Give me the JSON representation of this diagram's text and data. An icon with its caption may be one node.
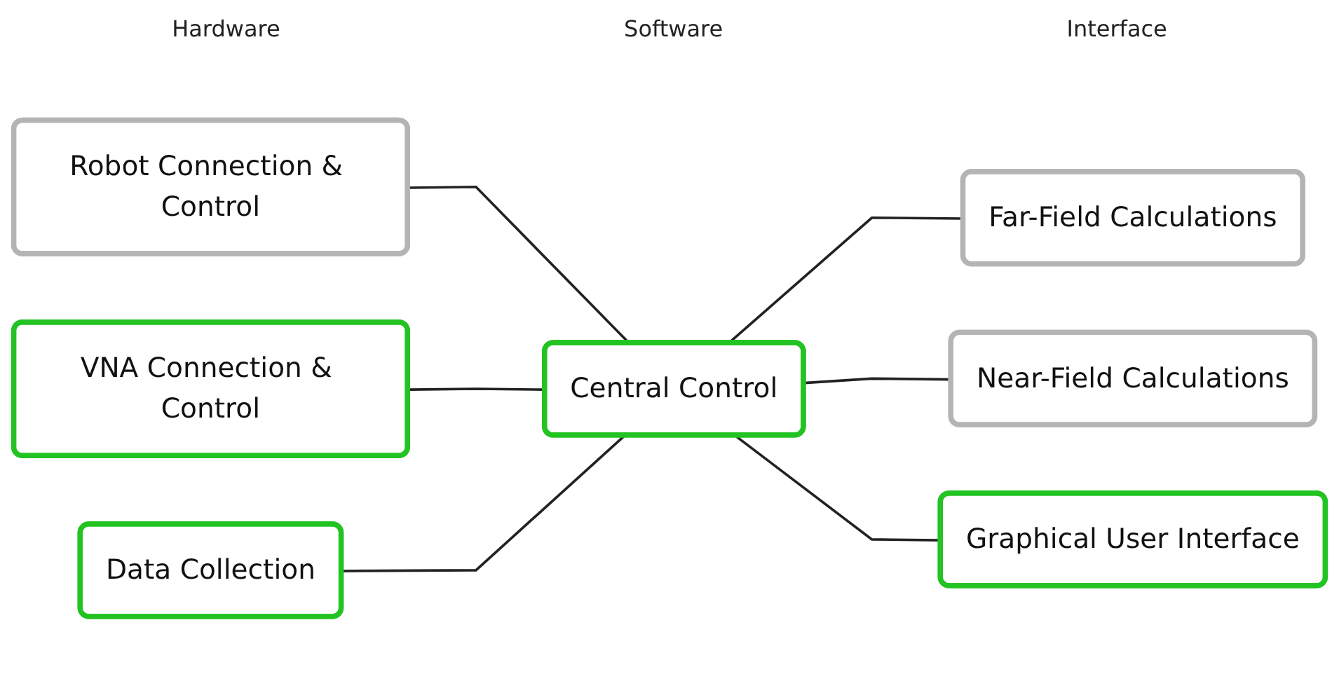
{
  "diagram": {
    "nodes": [
      {
        "text": [
          "Robot Connection & Control"
        ]
      },
      {
        "text": [
          "VNA Connection & Control"
        ]
      },
      {
        "text": [
          "Data Collection"
        ]
      },
      {
        "text": [
          "Central Control"
        ]
      },
      {
        "text": [
          "Far-Field Calculations"
        ]
      },
      {
        "text": [
          "Near-Field Calculations"
        ]
      },
      {
        "text": [
          "Graphical User Interface"
        ]
      }
    ],
    "edges": [
      {
        "from": 0,
        "to": 3,
        "arrow": "none"
      },
      {
        "from": 1,
        "to": 3,
        "arrow": "none"
      },
      {
        "from": 2,
        "to": 3,
        "arrow": "none"
      },
      {
        "from": 3,
        "to": 4,
        "arrow": "none"
      },
      {
        "from": 3,
        "to": 5,
        "arrow": "none"
      },
      {
        "from": 3,
        "to": 6,
        "arrow": "none"
      }
    ],
    "labels": [
      "Hardware",
      "Software",
      "Interface"
    ]
  }
}
